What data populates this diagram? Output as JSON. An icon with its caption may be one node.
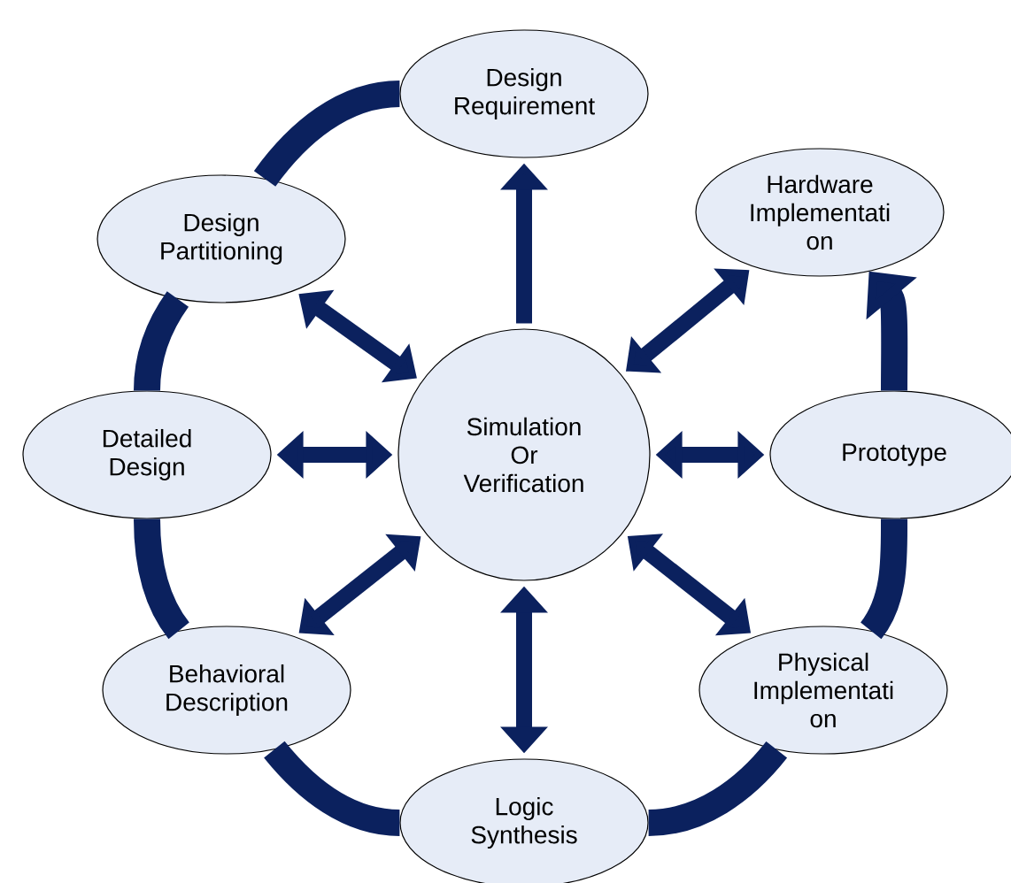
{
  "diagram": {
    "nodes": [
      {
        "text": [
          "Design Requirement"
        ]
      },
      {
        "text": [
          "Hardware Implementati on"
        ]
      },
      {
        "text": [
          "Design Partitioning"
        ]
      },
      {
        "text": [
          "Detailed Design"
        ]
      },
      {
        "text": [
          "Simulation Or Verification"
        ]
      },
      {
        "text": [
          "Prototype"
        ]
      },
      {
        "text": [
          "Behavioral Description"
        ]
      },
      {
        "text": [
          "Physical Implementati on"
        ]
      },
      {
        "text": [
          "Logic Synthesis"
        ]
      }
    ],
    "edges": [
      {
        "from": 0,
        "to": 2,
        "arrow": "none"
      },
      {
        "from": 2,
        "to": 3,
        "arrow": "none"
      },
      {
        "from": 3,
        "to": 6,
        "arrow": "none"
      },
      {
        "from": 6,
        "to": 8,
        "arrow": "none"
      },
      {
        "from": 8,
        "to": 7,
        "arrow": "none"
      },
      {
        "from": 7,
        "to": 5,
        "arrow": "none"
      },
      {
        "from": 5,
        "to": 1,
        "arrow": "to"
      },
      {
        "from": 4,
        "to": 0,
        "arrow": "to"
      },
      {
        "from": 4,
        "to": 1,
        "arrow": "both"
      },
      {
        "from": 4,
        "to": 2,
        "arrow": "both"
      },
      {
        "from": 4,
        "to": 3,
        "arrow": "both"
      },
      {
        "from": 4,
        "to": 5,
        "arrow": "both"
      },
      {
        "from": 4,
        "to": 6,
        "arrow": "both"
      },
      {
        "from": 4,
        "to": 7,
        "arrow": "both"
      },
      {
        "from": 4,
        "to": 8,
        "arrow": "both"
      }
    ]
  }
}
